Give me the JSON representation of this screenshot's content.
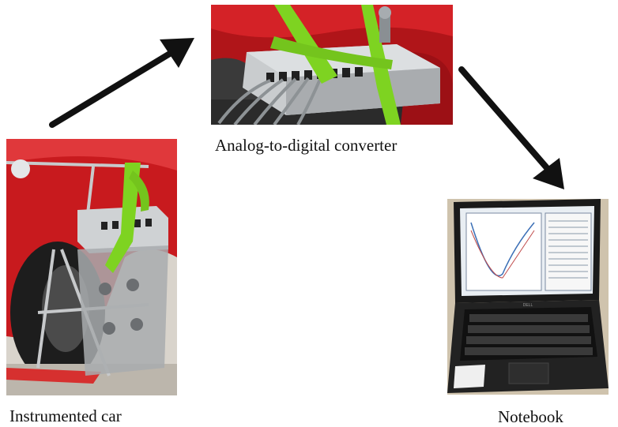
{
  "nodes": {
    "car": {
      "label": "Instrumented car"
    },
    "adc": {
      "label": "Analog-to-digital converter"
    },
    "notebook": {
      "label": "Notebook",
      "brand": "DELL"
    }
  },
  "edges": [
    {
      "from": "car",
      "to": "adc"
    },
    {
      "from": "adc",
      "to": "notebook"
    }
  ],
  "colors": {
    "arrow": "#111111",
    "car_red": "#c81a1e",
    "strap_green": "#7ed321",
    "device_silver": "#b9bcbf"
  }
}
